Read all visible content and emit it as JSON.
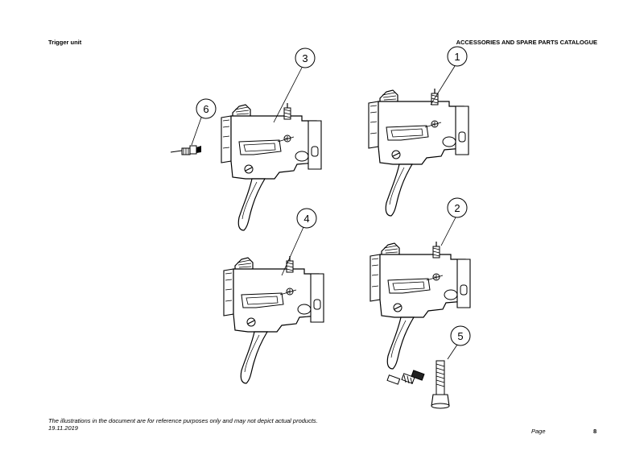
{
  "header": {
    "left_title": "Trigger unit",
    "right_title": "ACCESSORIES AND SPARE PARTS CATALOGUE"
  },
  "callouts": [
    "3",
    "1",
    "6",
    "4",
    "2",
    "5"
  ],
  "footer": {
    "disclaimer": "The illustrations in the document are for reference purposes only and may not depict actual products.",
    "date": "19.11.2019",
    "page_label": "Page",
    "page_number": "8"
  },
  "colors": {
    "ink": "#000000",
    "paper": "#ffffff"
  }
}
